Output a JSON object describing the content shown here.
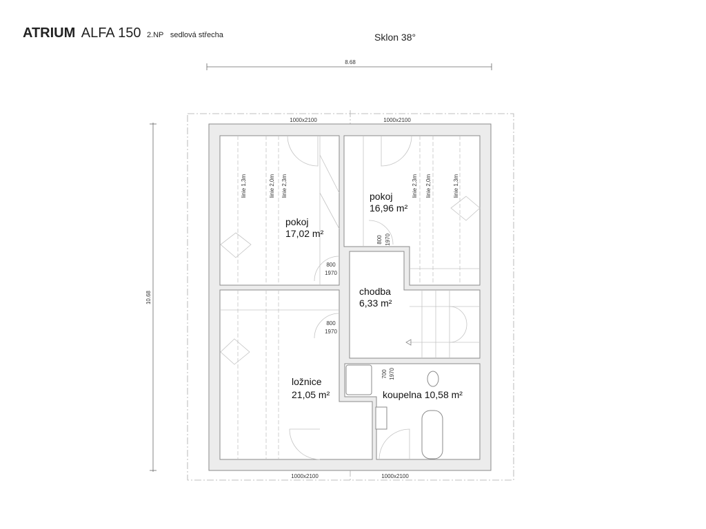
{
  "header": {
    "brand": "ATRIUM",
    "model": "ALFA 150",
    "floor": "2.NP",
    "roof": "sedlová střecha",
    "slope": "Sklon 38°"
  },
  "dimensions": {
    "width": "8.68",
    "height": "10.68"
  },
  "rooms": [
    {
      "name": "pokoj",
      "area": "17,02 m²"
    },
    {
      "name": "pokoj",
      "area": "16,96 m²"
    },
    {
      "name": "chodba",
      "area": "6,33 m²"
    },
    {
      "name": "ložnice",
      "area": "21,05 m²"
    },
    {
      "name": "koupelna",
      "area": "10,58 m²"
    }
  ],
  "doors": {
    "outer": "1000x2100",
    "inner_w": "800",
    "inner_h": "1970",
    "bath_w": "700"
  },
  "linie": {
    "l13": "linie 1,3m",
    "l20": "linie 2,0m",
    "l23": "linie 2,3m"
  }
}
